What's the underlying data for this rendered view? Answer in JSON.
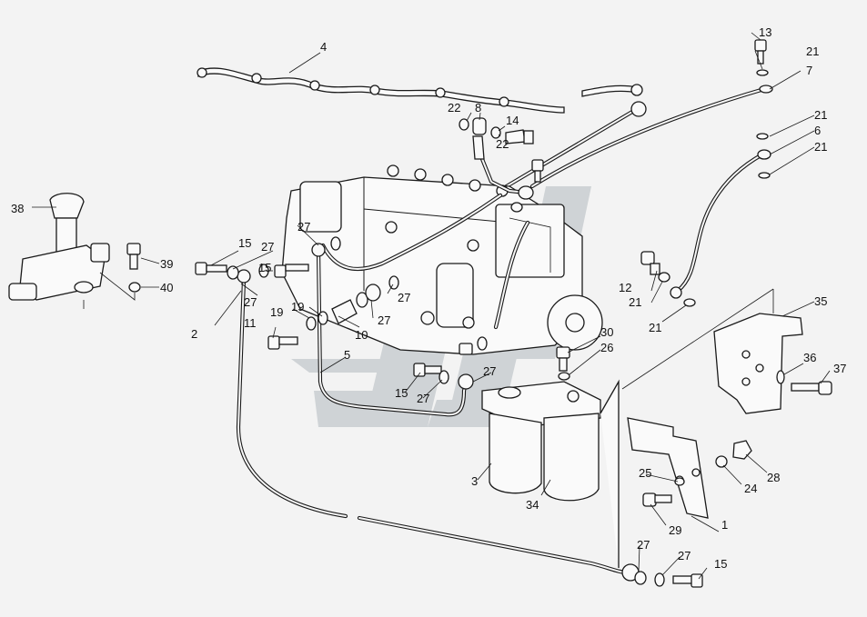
{
  "labels": {
    "l13": "13",
    "l21a": "21",
    "l7": "7",
    "l4": "4",
    "l22a": "22",
    "l8": "8",
    "l14": "14",
    "l22b": "22",
    "l21b": "21",
    "l6": "6",
    "l21c": "21",
    "l38": "38",
    "l39": "39",
    "l40": "40",
    "l15a": "15",
    "l27a": "27",
    "l27b": "27",
    "l15b": "15",
    "l27c": "27",
    "l19a": "19",
    "l19b": "19",
    "l27d": "27",
    "l27e": "27",
    "l2": "2",
    "l11": "11",
    "l10": "10",
    "l5": "5",
    "l12": "12",
    "l21d": "21",
    "l21e": "21",
    "l35": "35",
    "l30": "30",
    "l26": "26",
    "l36": "36",
    "l37": "37",
    "l15c": "15",
    "l27f": "27",
    "l27g": "27",
    "l3": "3",
    "l34": "34",
    "l25": "25",
    "l24": "24",
    "l28": "28",
    "l29": "29",
    "l1": "1",
    "l27h": "27",
    "l27i": "27",
    "l15d": "15"
  },
  "colors": {
    "line": "#1a1a1a",
    "background": "#f3f3f3",
    "watermark": "#cfd3d6"
  }
}
